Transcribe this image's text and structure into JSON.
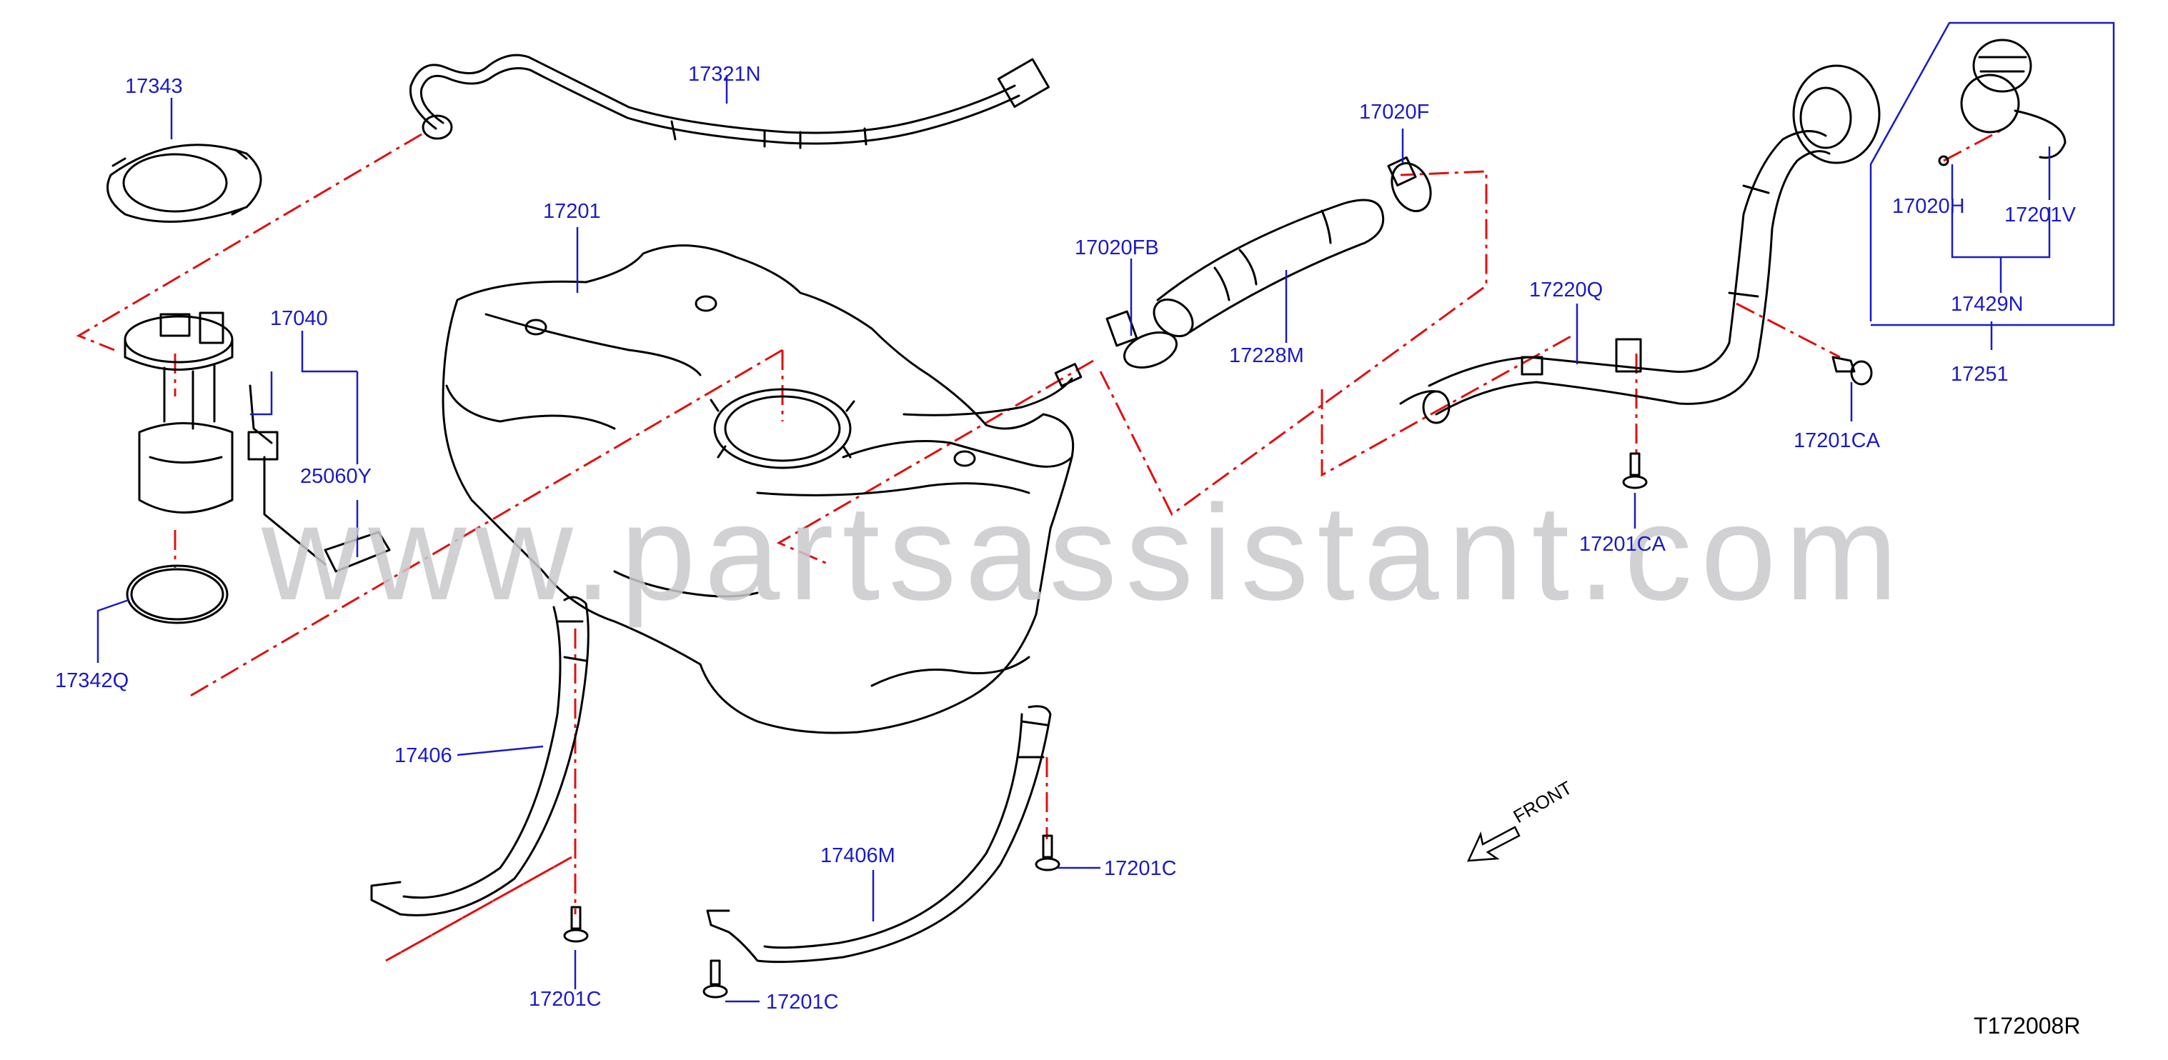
{
  "diagram": {
    "code": "T172008R",
    "watermark": "www.partsassistant.com",
    "direction_label": "FRONT",
    "parts": [
      {
        "id": "17343",
        "label": "17343"
      },
      {
        "id": "17321N",
        "label": "17321N"
      },
      {
        "id": "17201",
        "label": "17201"
      },
      {
        "id": "17040",
        "label": "17040"
      },
      {
        "id": "25060Y",
        "label": "25060Y"
      },
      {
        "id": "17342Q",
        "label": "17342Q"
      },
      {
        "id": "17020F",
        "label": "17020F"
      },
      {
        "id": "17020FB",
        "label": "17020FB"
      },
      {
        "id": "17228M",
        "label": "17228M"
      },
      {
        "id": "17220Q",
        "label": "17220Q"
      },
      {
        "id": "17201CA_a",
        "label": "17201CA"
      },
      {
        "id": "17201CA_b",
        "label": "17201CA"
      },
      {
        "id": "17020H",
        "label": "17020H"
      },
      {
        "id": "17201V",
        "label": "17201V"
      },
      {
        "id": "17429N",
        "label": "17429N"
      },
      {
        "id": "17251",
        "label": "17251"
      },
      {
        "id": "17406",
        "label": "17406"
      },
      {
        "id": "17406M",
        "label": "17406M"
      },
      {
        "id": "17201C_a",
        "label": "17201C"
      },
      {
        "id": "17201C_b",
        "label": "17201C"
      },
      {
        "id": "17201C_c",
        "label": "17201C"
      }
    ]
  },
  "colors": {
    "label": "#1a1ac8",
    "leader": "#1a1ac8",
    "centerline": "#e01010",
    "line_art": "#000000",
    "watermark": "#c9c9cd"
  }
}
